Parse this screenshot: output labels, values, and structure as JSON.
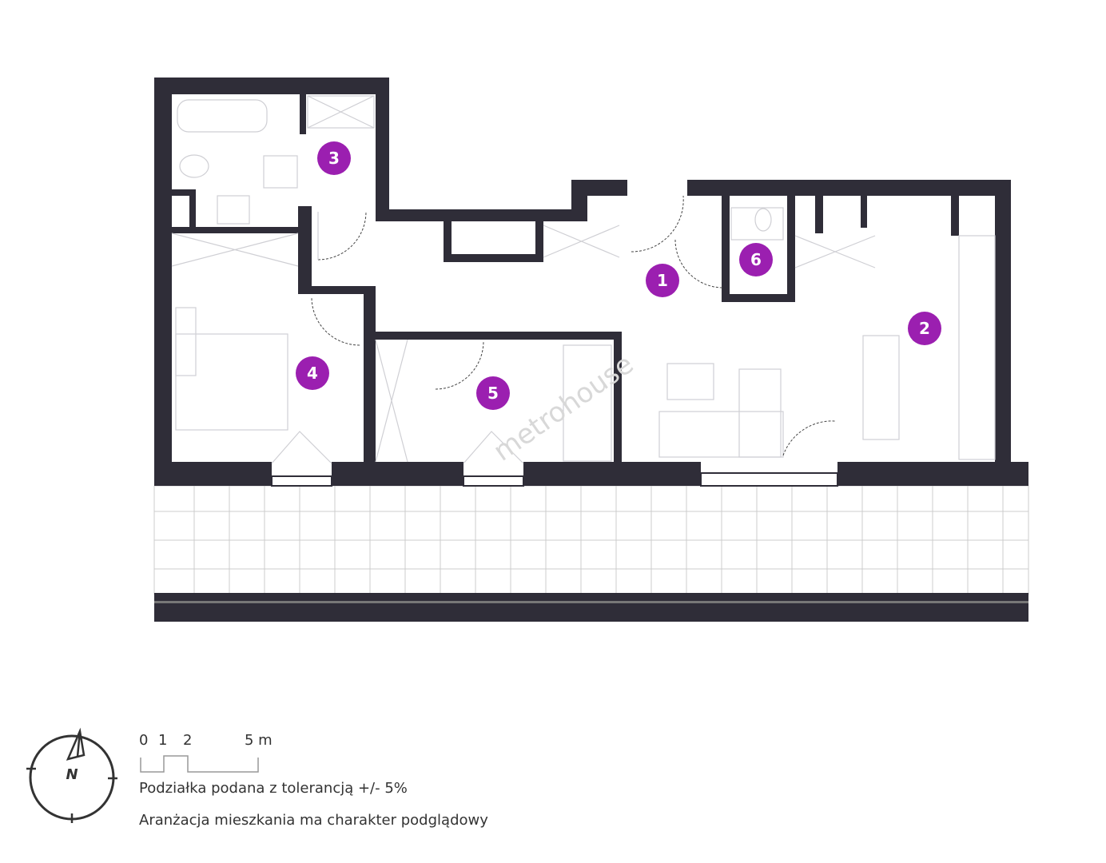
{
  "colors": {
    "wall": "#2f2d38",
    "marker": "#9b1fb0",
    "text": "#333333"
  },
  "rooms": [
    {
      "label": "1"
    },
    {
      "label": "2"
    },
    {
      "label": "3"
    },
    {
      "label": "4"
    },
    {
      "label": "5"
    },
    {
      "label": "6"
    }
  ],
  "watermark": "metrohouse",
  "compass": {
    "label": "N"
  },
  "scale": {
    "ticks": [
      "0",
      "1",
      "2",
      "5 m"
    ]
  },
  "notes": [
    "Podziałka podana z tolerancją +/- 5%",
    "Aranżacja mieszkania ma charakter podglądowy"
  ]
}
